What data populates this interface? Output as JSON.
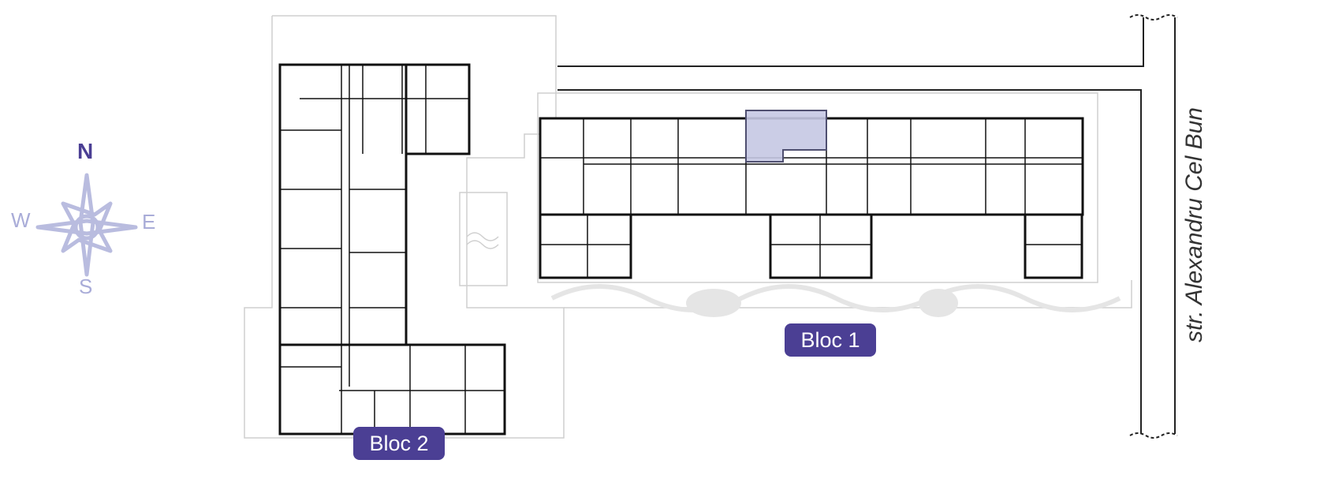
{
  "compass": {
    "north": "N",
    "west": "W",
    "east": "E",
    "south": "S"
  },
  "buildings": [
    {
      "id": "bloc-1",
      "label": "Bloc 1"
    },
    {
      "id": "bloc-2",
      "label": "Bloc 2"
    }
  ],
  "street": "str. Alexandru Cel Bun",
  "colors": {
    "accent": "#4b3f94",
    "highlight": "#c5c8e3",
    "compass": "#b9bcdf"
  }
}
